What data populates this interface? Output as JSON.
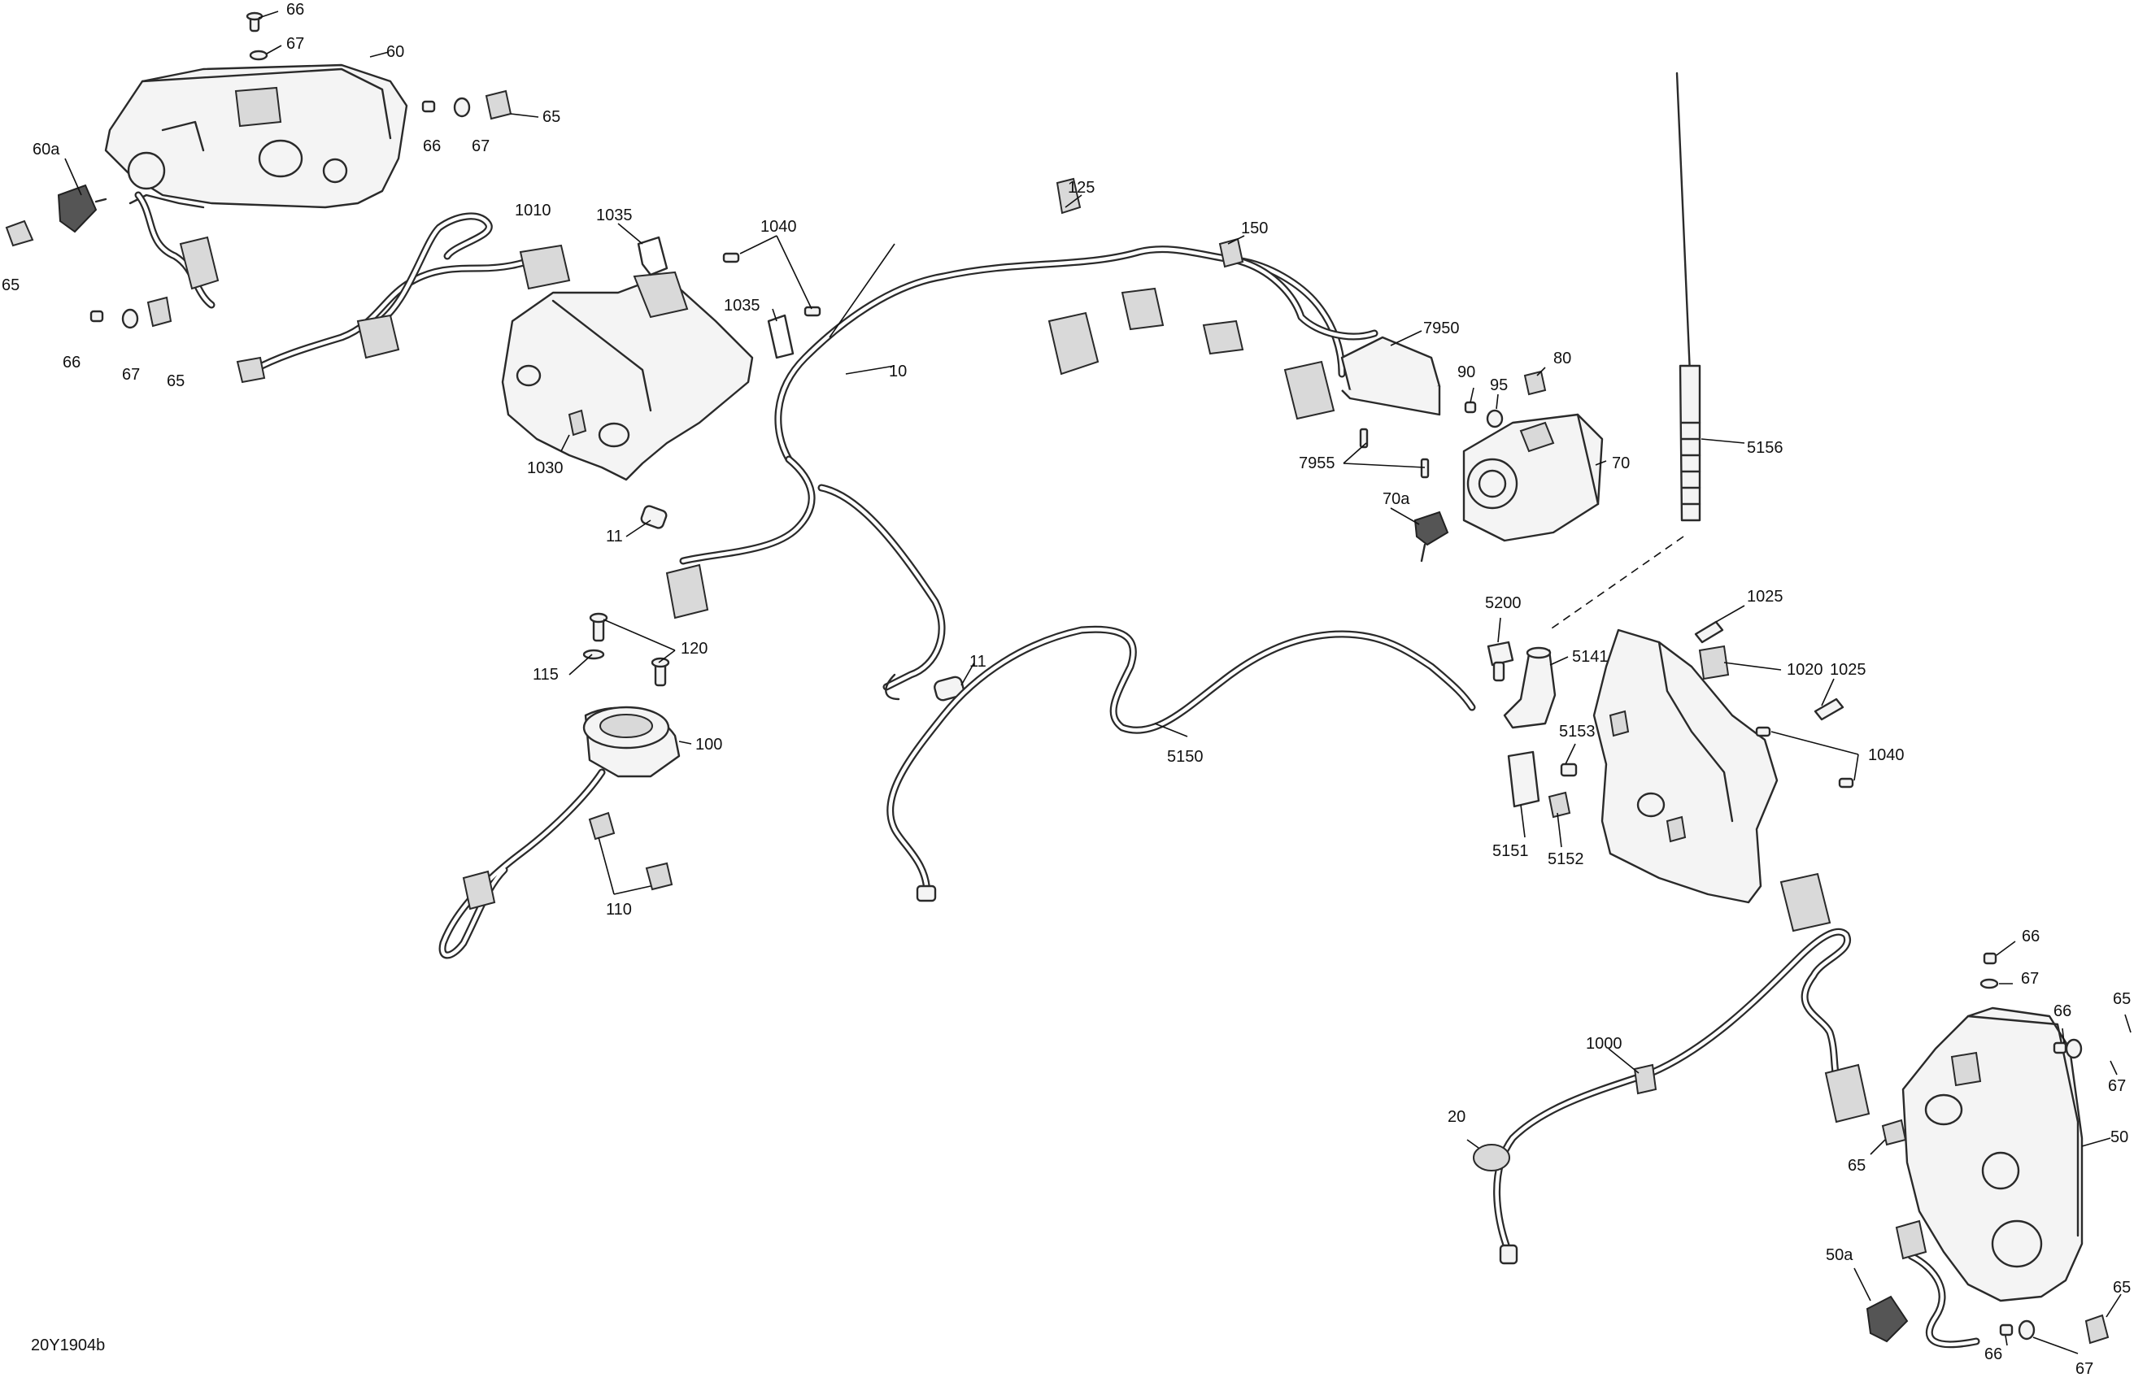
{
  "drawing_code": "20Y1904b",
  "callouts": [
    {
      "id": "c-66-a",
      "text": "66"
    },
    {
      "id": "c-67-a",
      "text": "67"
    },
    {
      "id": "c-60",
      "text": "60"
    },
    {
      "id": "c-66-b",
      "text": "66"
    },
    {
      "id": "c-67-b",
      "text": "67"
    },
    {
      "id": "c-65-a",
      "text": "65"
    },
    {
      "id": "c-60a",
      "text": "60a"
    },
    {
      "id": "c-65-b",
      "text": "65"
    },
    {
      "id": "c-66-c",
      "text": "66"
    },
    {
      "id": "c-67-c",
      "text": "67"
    },
    {
      "id": "c-65-c",
      "text": "65"
    },
    {
      "id": "c-1010",
      "text": "1010"
    },
    {
      "id": "c-1035-a",
      "text": "1035"
    },
    {
      "id": "c-1040-a",
      "text": "1040"
    },
    {
      "id": "c-1035-b",
      "text": "1035"
    },
    {
      "id": "c-1030",
      "text": "1030"
    },
    {
      "id": "c-125",
      "text": "125"
    },
    {
      "id": "c-150",
      "text": "150"
    },
    {
      "id": "c-10",
      "text": "10"
    },
    {
      "id": "c-7950",
      "text": "7950"
    },
    {
      "id": "c-90",
      "text": "90"
    },
    {
      "id": "c-95",
      "text": "95"
    },
    {
      "id": "c-80",
      "text": "80"
    },
    {
      "id": "c-7955",
      "text": "7955"
    },
    {
      "id": "c-70",
      "text": "70"
    },
    {
      "id": "c-70a",
      "text": "70a"
    },
    {
      "id": "c-5156",
      "text": "5156"
    },
    {
      "id": "c-11-a",
      "text": "11"
    },
    {
      "id": "c-11-b",
      "text": "11"
    },
    {
      "id": "c-120",
      "text": "120"
    },
    {
      "id": "c-115",
      "text": "115"
    },
    {
      "id": "c-100",
      "text": "100"
    },
    {
      "id": "c-110",
      "text": "110"
    },
    {
      "id": "c-5200",
      "text": "5200"
    },
    {
      "id": "c-5141",
      "text": "5141"
    },
    {
      "id": "c-1025-a",
      "text": "1025"
    },
    {
      "id": "c-1020",
      "text": "1020"
    },
    {
      "id": "c-1025-b",
      "text": "1025"
    },
    {
      "id": "c-5150",
      "text": "5150"
    },
    {
      "id": "c-5153",
      "text": "5153"
    },
    {
      "id": "c-1040-b",
      "text": "1040"
    },
    {
      "id": "c-5151",
      "text": "5151"
    },
    {
      "id": "c-5152",
      "text": "5152"
    },
    {
      "id": "c-66-d",
      "text": "66"
    },
    {
      "id": "c-67-d",
      "text": "67"
    },
    {
      "id": "c-65-d",
      "text": "65"
    },
    {
      "id": "c-66-e",
      "text": "66"
    },
    {
      "id": "c-67-e",
      "text": "67"
    },
    {
      "id": "c-1000",
      "text": "1000"
    },
    {
      "id": "c-20",
      "text": "20"
    },
    {
      "id": "c-50",
      "text": "50"
    },
    {
      "id": "c-65-e",
      "text": "65"
    },
    {
      "id": "c-50a",
      "text": "50a"
    },
    {
      "id": "c-65-f",
      "text": "65"
    },
    {
      "id": "c-66-f",
      "text": "66"
    },
    {
      "id": "c-67-f",
      "text": "67"
    }
  ]
}
